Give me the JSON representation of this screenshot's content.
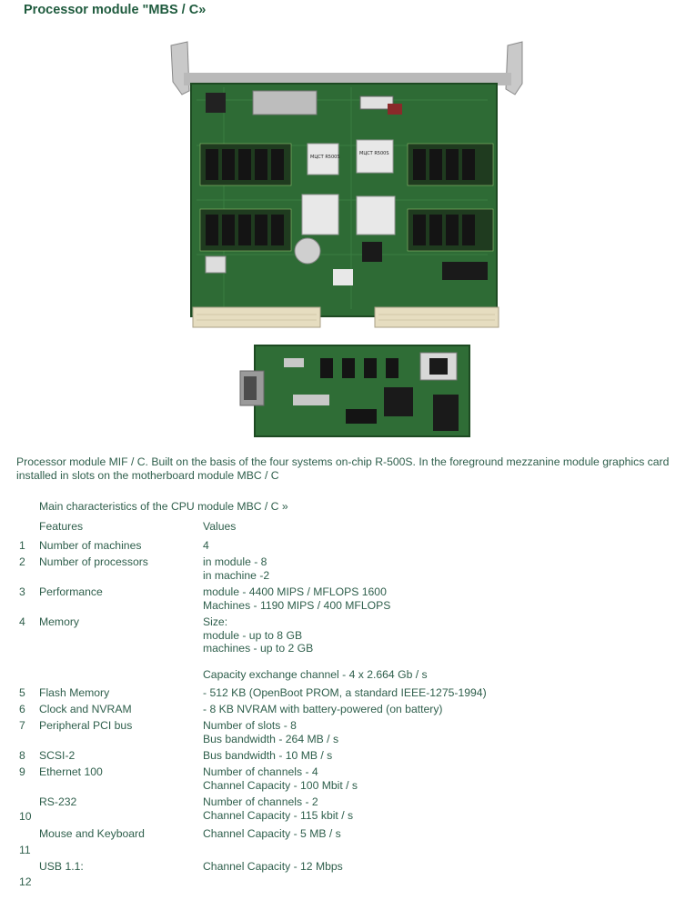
{
  "title": "Processor module \"MBS / C»",
  "caption": " Processor module MIF / C.  Built on the basis of the four systems on-chip R-500S.  In the foreground mezzanine module graphics card installed in slots on the motherboard module MBC / C",
  "chips": {
    "label_a": "МЦСТ R500S",
    "label_b": "МЦСТ R500S"
  },
  "table": {
    "title": "Main characteristics of the CPU module MBC / C »",
    "header_feature": "Features",
    "header_value": "Values",
    "rows": [
      {
        "num": "1",
        "feature": "Number of machines",
        "values": [
          "4"
        ]
      },
      {
        "num": "2",
        "feature": "Number of processors",
        "values": [
          "in module - 8",
          "in machine -2"
        ]
      },
      {
        "num": "3",
        "feature": "Performance",
        "values": [
          "module - 4400 MIPS / MFLOPS 1600",
          "Machines - 1190 MIPS / 400 MFLOPS"
        ]
      },
      {
        "num": "4",
        "feature": "Memory",
        "values": [
          "Size:",
          "module - up to 8 GB",
          "machines - up to 2 GB",
          "",
          "Capacity exchange channel - 4 x 2.664 Gb / s"
        ]
      },
      {
        "num": "5",
        "feature": "Flash Memory",
        "values": [
          "- 512 KB (OpenBoot PROM, a standard IEEE-1275-1994)"
        ]
      },
      {
        "num": "6",
        "feature": "Clock and NVRAM",
        "values": [
          "- 8 KB NVRAM with battery-powered (on battery)"
        ]
      },
      {
        "num": "7",
        "feature": "Peripheral PCI bus",
        "values": [
          "Number of slots - 8",
          "Bus bandwidth - 264 MB / s"
        ]
      },
      {
        "num": "8",
        "feature": "SCSI-2",
        "values": [
          "Bus bandwidth - 10 MB / s"
        ]
      },
      {
        "num": "9",
        "feature": "Ethernet 100",
        "values": [
          "Number of channels - 4",
          "Channel Capacity - 100 Mbit / s"
        ]
      },
      {
        "num": "10",
        "feature": "RS-232",
        "values": [
          "Number of channels - 2",
          "Channel Capacity - 115 kbit / s"
        ]
      },
      {
        "num": "11",
        "feature": "Mouse and Keyboard",
        "values": [
          "Channel Capacity - 5 MB / s"
        ]
      },
      {
        "num": "12",
        "feature": "USB 1.1:",
        "values": [
          "Channel Capacity - 12 Mbps"
        ]
      }
    ]
  }
}
